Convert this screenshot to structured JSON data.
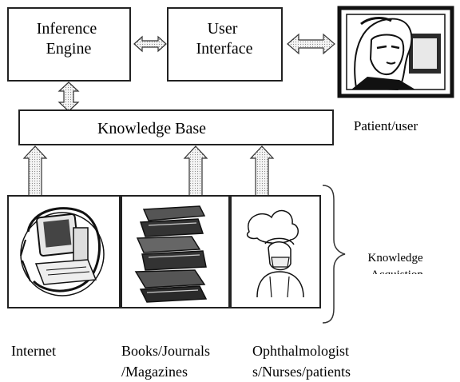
{
  "nodes": {
    "inference_engine": "Inference\nEngine",
    "user_interface": "User\nInterface",
    "knowledge_base": "Knowledge Base",
    "patient_user": "Patient/user",
    "knowledge_acquisition": "Knowledge\nAcquistion"
  },
  "sources": [
    {
      "label": "Internet",
      "icon": "computer-icon"
    },
    {
      "label": "Books/Journals\n/Magazines",
      "icon": "books-icon"
    },
    {
      "label": "Ophthalmologist\ns/Nurses/patients",
      "icon": "doctor-icon"
    }
  ],
  "colors": {
    "stroke": "#222222",
    "fill": "#ffffff",
    "arrow_fill": "#f2f2f2"
  }
}
